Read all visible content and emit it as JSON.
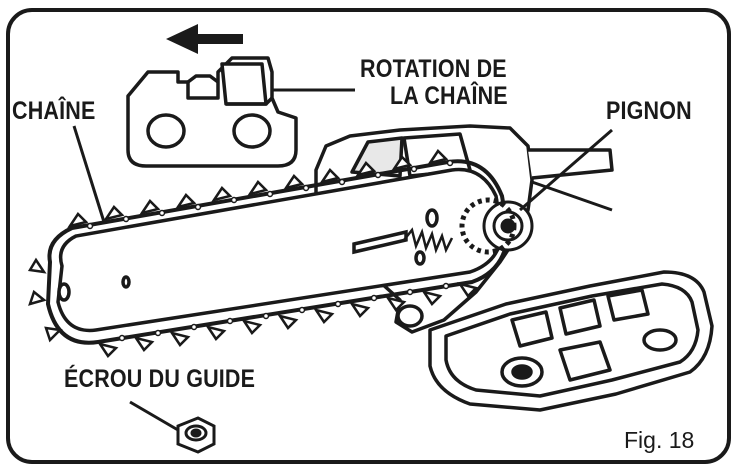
{
  "labels": {
    "rotation_line1": "ROTATION DE",
    "rotation_line2": "LA CHAÎNE",
    "chain": "CHAÎNE",
    "sprocket": "PIGNON",
    "guide_nut": "ÉCROU DU GUIDE"
  },
  "figure_label": "Fig. 18",
  "colors": {
    "line": "#1a1a1a",
    "fill": "#ffffff"
  },
  "icons": {
    "direction_arrow": "arrow-left-icon"
  }
}
